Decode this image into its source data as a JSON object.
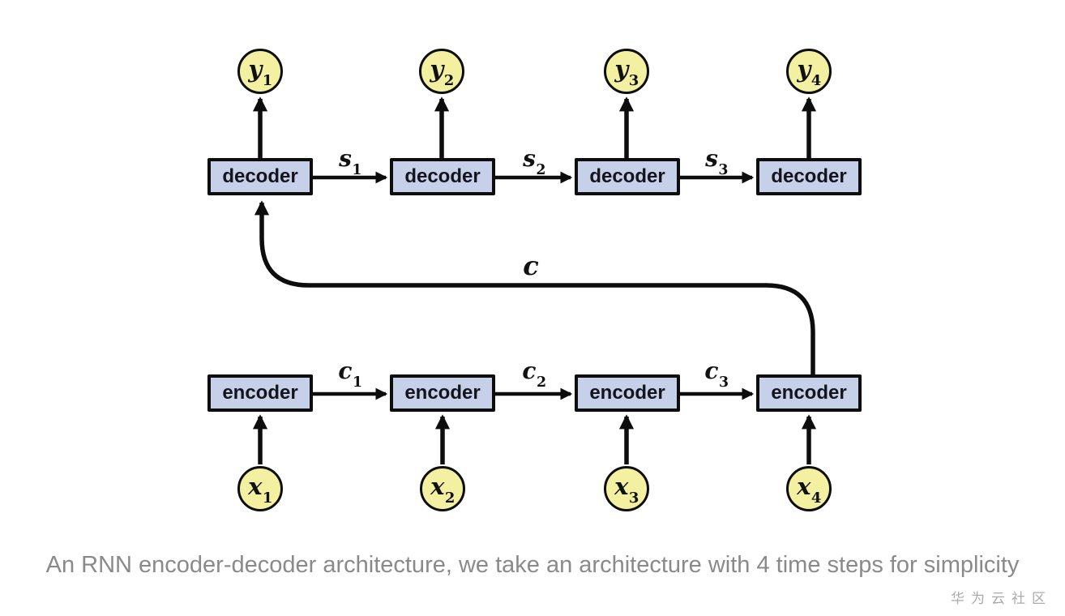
{
  "diagram": {
    "decoders": [
      {
        "label": "decoder"
      },
      {
        "label": "decoder"
      },
      {
        "label": "decoder"
      },
      {
        "label": "decoder"
      }
    ],
    "encoders": [
      {
        "label": "encoder"
      },
      {
        "label": "encoder"
      },
      {
        "label": "encoder"
      },
      {
        "label": "encoder"
      }
    ],
    "outputs": [
      {
        "base": "y",
        "sub": "1"
      },
      {
        "base": "y",
        "sub": "2"
      },
      {
        "base": "y",
        "sub": "3"
      },
      {
        "base": "y",
        "sub": "4"
      }
    ],
    "inputs": [
      {
        "base": "x",
        "sub": "1"
      },
      {
        "base": "x",
        "sub": "2"
      },
      {
        "base": "x",
        "sub": "3"
      },
      {
        "base": "x",
        "sub": "4"
      }
    ],
    "decoder_state_labels": [
      {
        "base": "s",
        "sub": "1"
      },
      {
        "base": "s",
        "sub": "2"
      },
      {
        "base": "s",
        "sub": "3"
      }
    ],
    "encoder_state_labels": [
      {
        "base": "c",
        "sub": "1"
      },
      {
        "base": "c",
        "sub": "2"
      },
      {
        "base": "c",
        "sub": "3"
      }
    ],
    "context_vector_label": "c"
  },
  "caption": "An RNN encoder-decoder architecture, we take an architecture with 4 time steps for simplicity",
  "watermark": "华为云社区",
  "colors": {
    "box_fill": "#c7d0e9",
    "box_border": "#0d0d0d",
    "node_fill": "#f3f1a1",
    "node_border": "#0d0d0d",
    "arrow": "#0d0d0d",
    "caption_text": "#8a8a8a",
    "watermark_text": "#ababab"
  }
}
